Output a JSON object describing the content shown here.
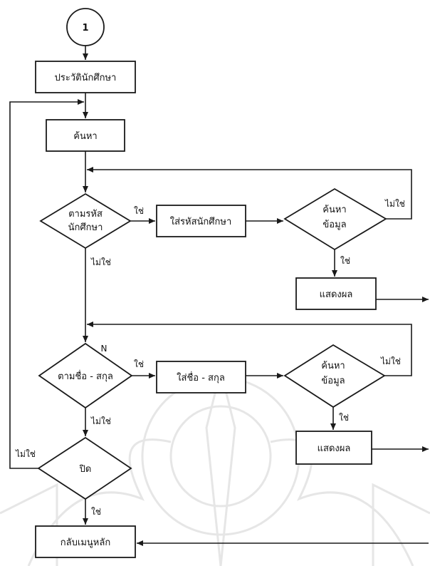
{
  "connector": {
    "label": "1"
  },
  "nodes": {
    "history": "ประวัตินักศึกษา",
    "search": "ค้นหา",
    "by_id": [
      "ตามรหัส",
      "นักศึกษา"
    ],
    "enter_id": "ใส่รหัสนักศึกษา",
    "find_data_1": [
      "ค้นหา",
      "ข้อมูล"
    ],
    "show_1": "แสดงผล",
    "by_name": "ตามชื่อ - สกุล",
    "name_mark": "N",
    "enter_name": "ใส่ชื่อ - สกุล",
    "find_data_2": [
      "ค้นหา",
      "ข้อมูล"
    ],
    "show_2": "แสดงผล",
    "close": "ปิด",
    "back_main": "กลับเมนูหลัก"
  },
  "edges": {
    "yes": "ใช่",
    "no": "ไม่ใช่"
  },
  "colors": {
    "line": "#1a1a1a",
    "watermark": "#e6e6e6"
  }
}
